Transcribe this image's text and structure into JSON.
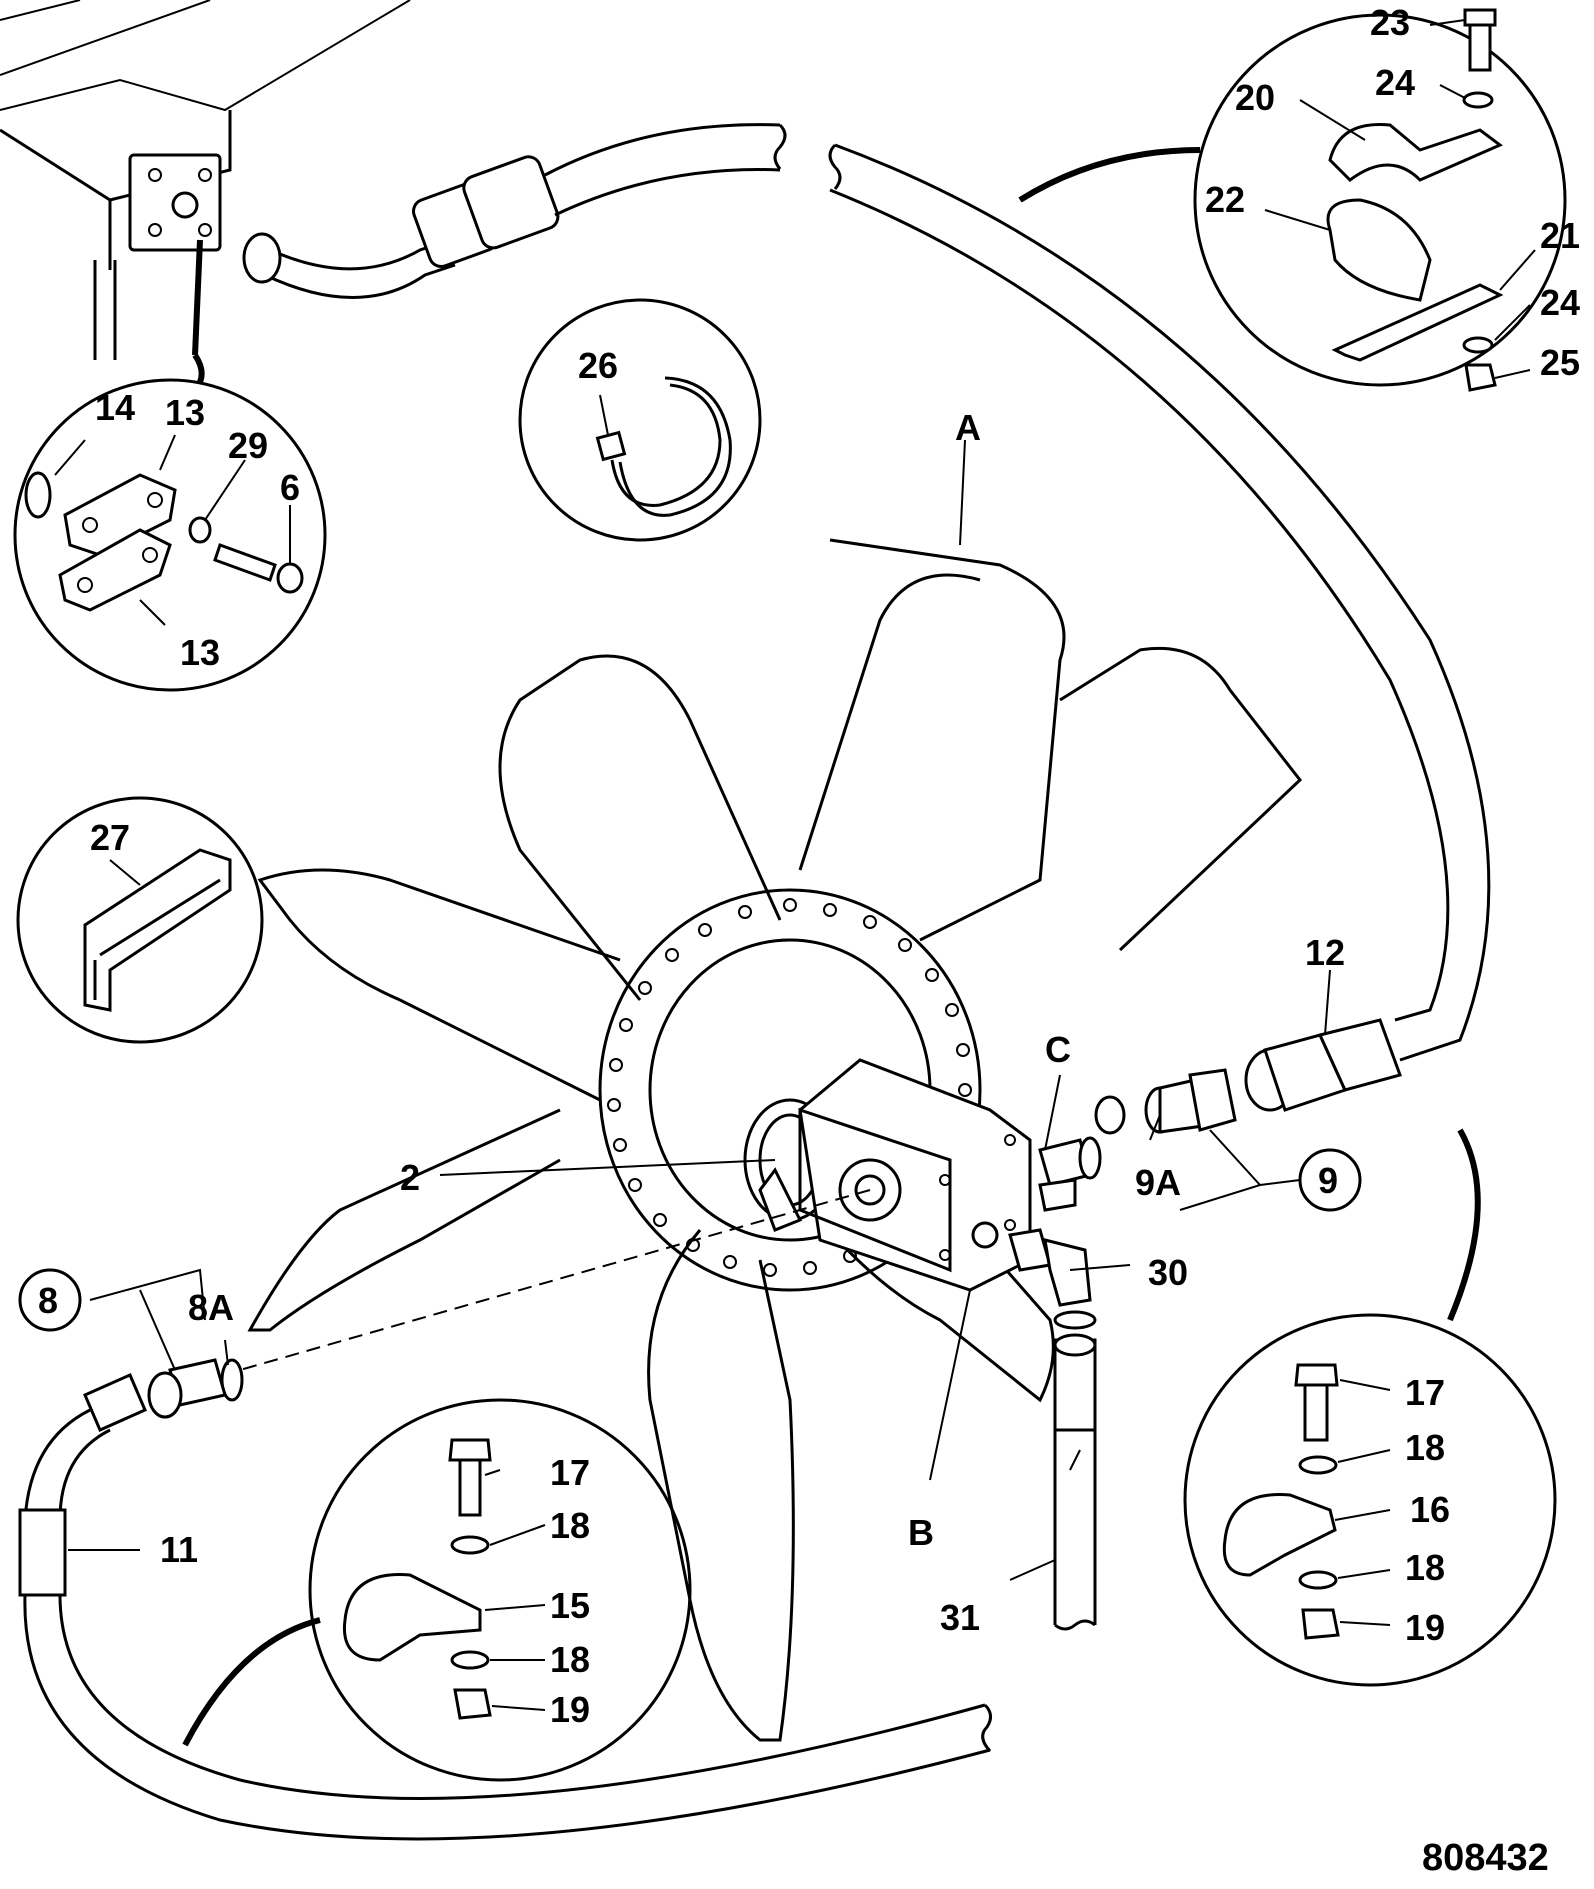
{
  "diagram": {
    "reference_number": "808432",
    "view_labels": {
      "a": "A",
      "b": "B",
      "c": "C"
    },
    "callouts": {
      "p2": "2",
      "p6": "6",
      "p8": "8",
      "p8a": "8A",
      "p9": "9",
      "p9a": "9A",
      "p11": "11",
      "p12": "12",
      "p13a": "13",
      "p13b": "13",
      "p14": "14",
      "p15": "15",
      "p16": "16",
      "p17a": "17",
      "p17b": "17",
      "p18a": "18",
      "p18b": "18",
      "p18c": "18",
      "p18d": "18",
      "p19a": "19",
      "p19b": "19",
      "p20": "20",
      "p21": "21",
      "p22": "22",
      "p23": "23",
      "p24a": "24",
      "p24b": "24",
      "p25": "25",
      "p26": "26",
      "p27": "27",
      "p29": "29",
      "p30": "30",
      "p31": "31"
    }
  }
}
